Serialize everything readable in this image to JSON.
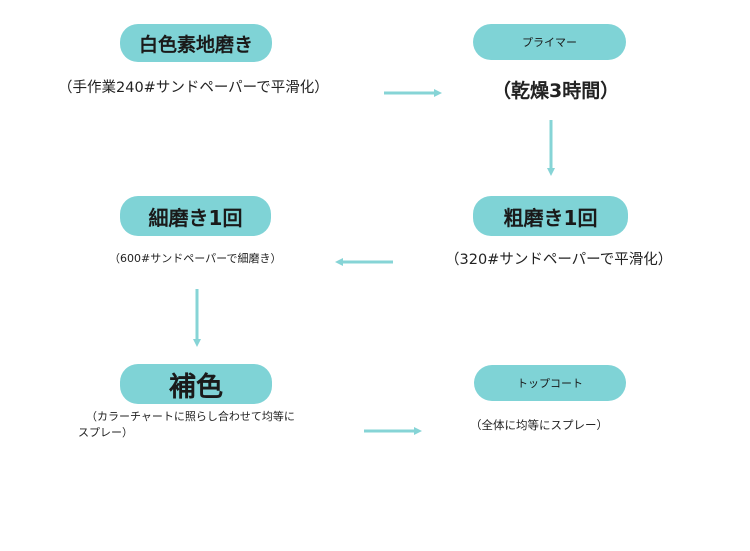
{
  "steps": [
    {
      "id": "step1",
      "title": "白色素地磨き",
      "desc": "（手作業240#サンドペーパーで平滑化）"
    },
    {
      "id": "step2",
      "title": "プライマー",
      "desc": "（乾燥3時間）"
    },
    {
      "id": "step3",
      "title": "粗磨き1回",
      "desc": "（320#サンドペーパーで平滑化）"
    },
    {
      "id": "step4",
      "title": "細磨き1回",
      "desc": "（600#サンドペーパーで細磨き）"
    },
    {
      "id": "step5",
      "title": "補色",
      "desc_line1": "（カラーチャートに照らし合わせて均等に",
      "desc_line2": "スプレー）"
    },
    {
      "id": "step6",
      "title": "トップコート",
      "desc": "（全体に均等にスプレー）"
    }
  ],
  "colors": {
    "pill": "#7fd3d6",
    "arrow": "#86d4d6",
    "text": "#111111"
  }
}
